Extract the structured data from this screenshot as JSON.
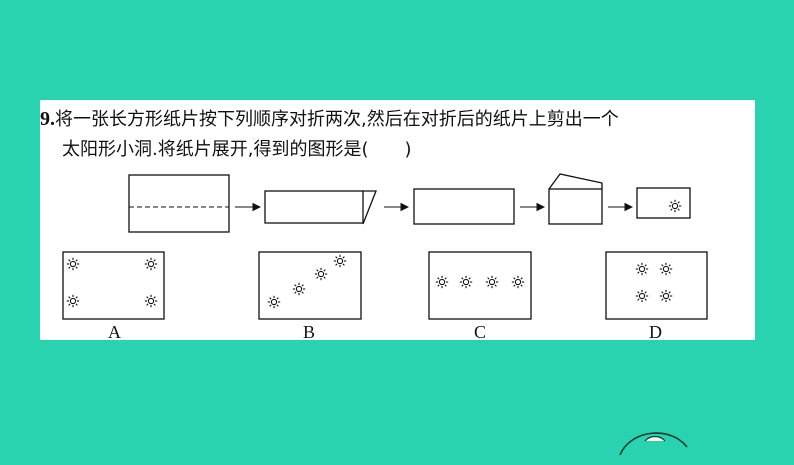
{
  "question": {
    "number": "9.",
    "line1": "将一张长方形纸片按下列顺序对折两次,然后在对折后的纸片上剪出一个",
    "line2": "太阳形小洞.将纸片展开,得到的图形是(　　)"
  },
  "options": [
    {
      "label": "A",
      "sun_count": 4,
      "arrangement": "four-corners"
    },
    {
      "label": "B",
      "sun_count": 4,
      "arrangement": "diagonal"
    },
    {
      "label": "C",
      "sun_count": 4,
      "arrangement": "horizontal-row"
    },
    {
      "label": "D",
      "sun_count": 4,
      "arrangement": "center-2x2"
    }
  ],
  "colors": {
    "background": "#29d3b0",
    "card": "#ffffff",
    "ink": "#111111"
  }
}
